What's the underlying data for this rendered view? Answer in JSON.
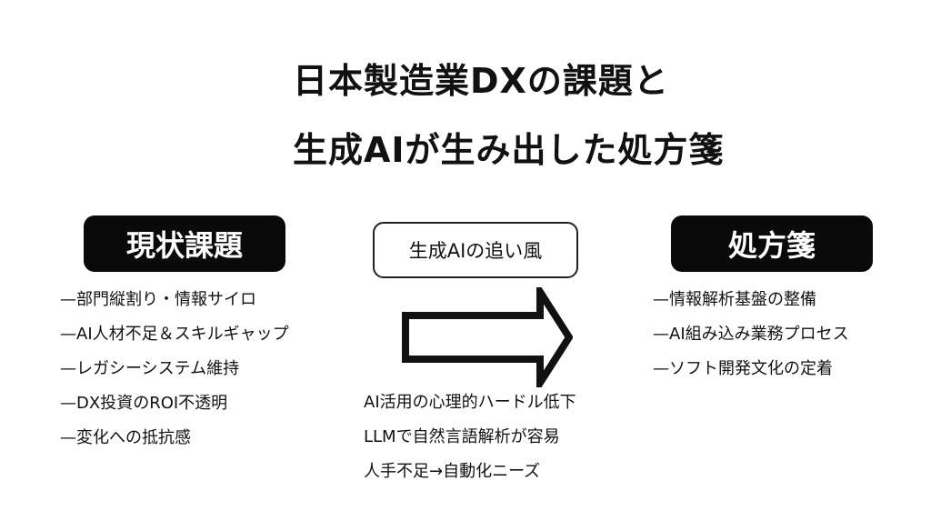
{
  "title": {
    "line1": "日本製造業DXの課題と",
    "line2": "生成AIが生み出した処方箋"
  },
  "issues": {
    "label": "現状課題",
    "items": [
      "—部門縦割り・情報サイロ",
      "—AI人材不足＆スキルギャップ",
      "—レガシーシステム維持",
      "—DX投資のROI不透明",
      "—変化への抵抗感"
    ]
  },
  "tailwind": {
    "label": "生成AIの追い風",
    "items": [
      "AI活用の心理的ハードル低下",
      "LLMで自然言語解析が容易",
      "人手不足→自動化ニーズ"
    ]
  },
  "prescription": {
    "label": "処方箋",
    "items": [
      "—情報解析基盤の整備",
      "—AI組み込み業務プロセス",
      "—ソフト開発文化の定着"
    ]
  },
  "colors": {
    "label_bg": "#0a0a0a",
    "label_text": "#ffffff",
    "text": "#111111",
    "arrow_stroke": "#111111",
    "background": "#ffffff"
  },
  "icons": {
    "arrow": "right-arrow-outline-icon"
  }
}
